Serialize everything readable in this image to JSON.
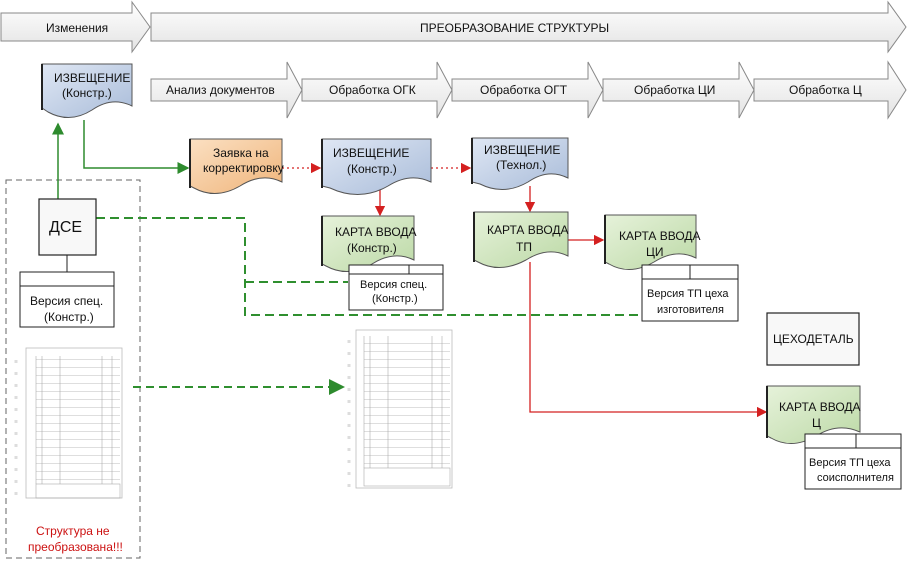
{
  "top_arrows": {
    "changes": "Изменения",
    "transformation": "ПРЕОБРАЗОВАНИЕ СТРУКТУРЫ"
  },
  "stages": {
    "doc_analysis": "Анализ документов",
    "ogk": "Обработка ОГК",
    "ogt": "Обработка ОГТ",
    "ci": "Обработка ЦИ",
    "c": "Обработка Ц"
  },
  "docs": {
    "notice_main": {
      "line1": "ИЗВЕЩЕНИЕ",
      "line2": "(Констр.)"
    },
    "request": {
      "line1": "Заявка на",
      "line2": "корректировку"
    },
    "notice_ogk": {
      "line1": "ИЗВЕЩЕНИЕ",
      "line2": "(Констр.)"
    },
    "notice_ogt": {
      "line1": "ИЗВЕЩЕНИЕ",
      "line2": "(Технол.)"
    },
    "card_konstr": {
      "line1": "КАРТА ВВОДА",
      "line2": "(Констр.)"
    },
    "card_tp": {
      "line1": "КАРТА ВВОДА",
      "line2": "ТП"
    },
    "card_ci": {
      "line1": "КАРТА ВВОДА",
      "line2": "ЦИ"
    },
    "card_c": {
      "line1": "КАРТА ВВОДА",
      "line2": "Ц"
    }
  },
  "boxes": {
    "dse": "ДСЕ",
    "spec_version_left": {
      "line1": "Версия спец.",
      "line2": "(Констр.)"
    },
    "spec_version_mid": {
      "line1": "Версия спец.",
      "line2": "(Констр.)"
    },
    "tp_version_manuf": {
      "line1": "Версия ТП цеха",
      "line2": "изготовителя"
    },
    "workshop_part": "ЦЕХОДЕТАЛЬ",
    "tp_version_coexec": {
      "line1": "Версия ТП цеха",
      "line2": "соисполнителя"
    }
  },
  "warning": {
    "line1": "Структура  не",
    "line2": "преобразована!!!"
  },
  "colors": {
    "doc_blue": "#c9d6ea",
    "doc_green": "#d4e8c4",
    "doc_orange": "#f5c99a",
    "arrow_fill": "#f2f2f2",
    "flow_green": "#2e8b2e",
    "flow_red": "#d42020",
    "dash_green": "#2f8f2f",
    "warning_red": "#cc1111"
  }
}
